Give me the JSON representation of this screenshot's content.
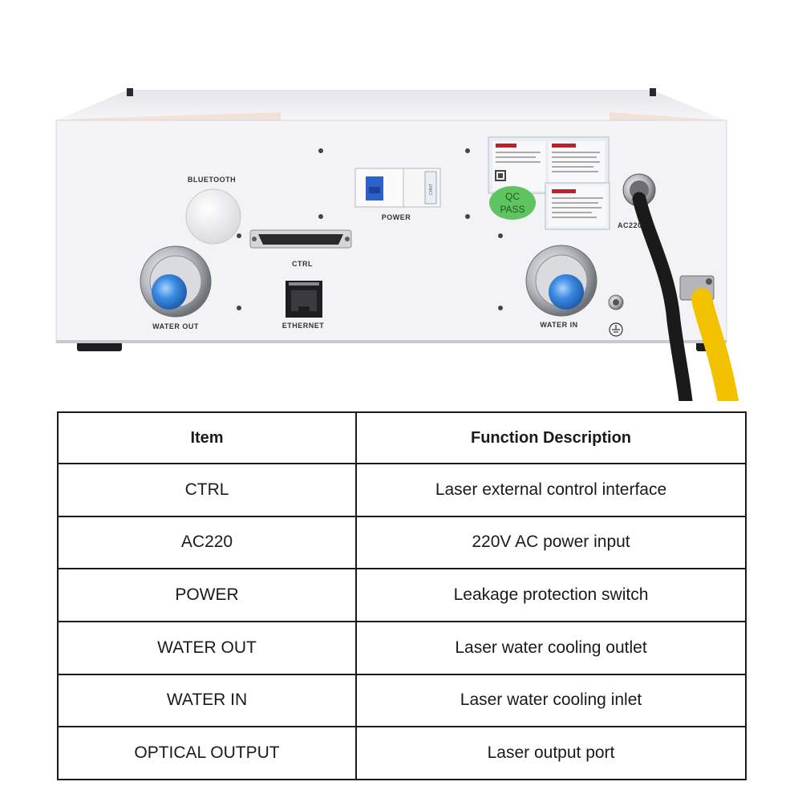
{
  "device": {
    "bluetooth_label": "BLUETOOTH",
    "power_label": "POWER",
    "ctrl_label": "CTRL",
    "ethernet_label": "ETHERNET",
    "water_out_label": "WATER OUT",
    "water_in_label": "WATER IN",
    "ac220_label": "AC220",
    "qc_line1": "QC",
    "qc_line2": "PASS",
    "breaker_brand": "CHNT"
  },
  "table": {
    "headers": [
      "Item",
      "Function Description"
    ],
    "rows": [
      [
        "CTRL",
        "Laser external control interface"
      ],
      [
        "AC220",
        "220V AC power input"
      ],
      [
        "POWER",
        "Leakage protection switch"
      ],
      [
        "WATER OUT",
        "Laser water cooling outlet"
      ],
      [
        "WATER IN",
        "Laser water cooling inlet"
      ],
      [
        "OPTICAL OUTPUT",
        "Laser output port"
      ]
    ]
  },
  "colors": {
    "panel": "#f3f3f6",
    "cable_black": "#1a1a1a",
    "cable_yellow": "#f2c200",
    "valve_blue": "#2f7fd8",
    "breaker_blue": "#2a62c9",
    "qc_green": "#5fc45f"
  }
}
